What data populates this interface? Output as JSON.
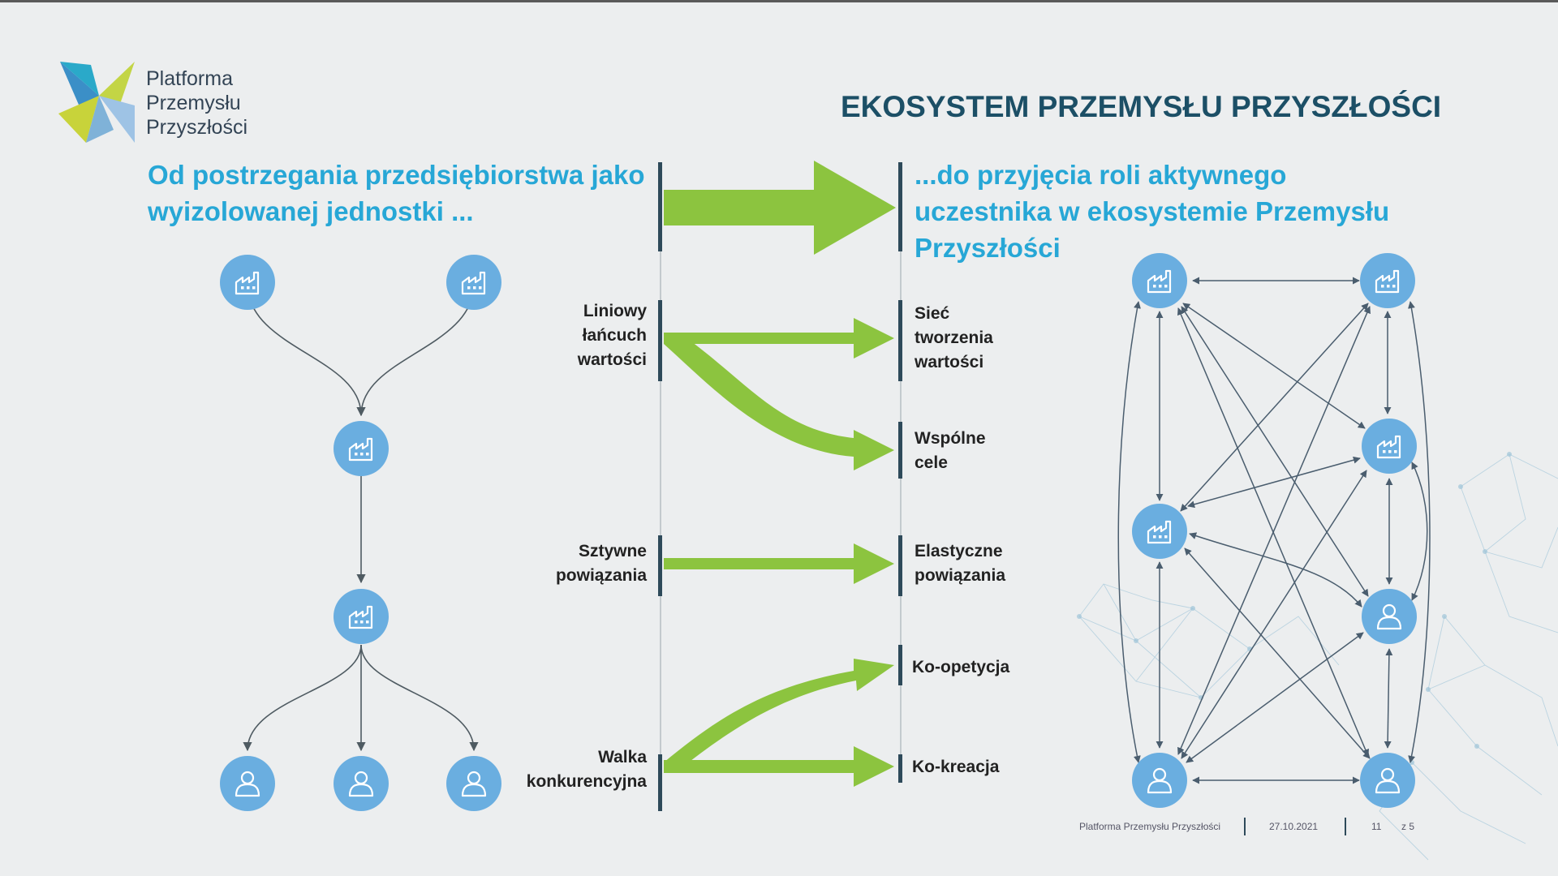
{
  "logo": {
    "lines": [
      "Platforma",
      "Przemysłu",
      "Przyszłości"
    ]
  },
  "title": "EKOSYSTEM PRZEMYSŁU PRZYSZŁOŚCI",
  "left_heading": [
    "Od postrzegania przedsiębiorstwa jako",
    "wyizolowanej jednostki ..."
  ],
  "right_heading": [
    "...do przyjęcia roli aktywnego",
    "uczestnika w ekosystemie Przemysłu",
    "Przyszłości"
  ],
  "left_labels": {
    "linear": [
      "Liniowy",
      "łańcuch",
      "wartości"
    ],
    "rigid": [
      "Sztywne",
      "powiązania"
    ],
    "competition": [
      "Walka",
      "konkurencyjna"
    ]
  },
  "right_labels": {
    "network": [
      "Sieć",
      "tworzenia",
      "wartości"
    ],
    "common": [
      "Wspólne",
      "cele"
    ],
    "flexible": [
      "Elastyczne",
      "powiązania"
    ],
    "coopetition": [
      "Ko-opetycja"
    ],
    "cocreation": [
      "Ko-kreacja"
    ]
  },
  "icons": {
    "factory": "factory-icon",
    "person": "person-icon"
  },
  "colors": {
    "accent": "#8cc43f",
    "node": "#6aaee0",
    "heading": "#27a7d6",
    "title": "#1c4f66"
  },
  "footer": {
    "org": "Platforma Przemysłu Przyszłości",
    "date": "27.10.2021",
    "page": "11",
    "of": "z 5"
  }
}
